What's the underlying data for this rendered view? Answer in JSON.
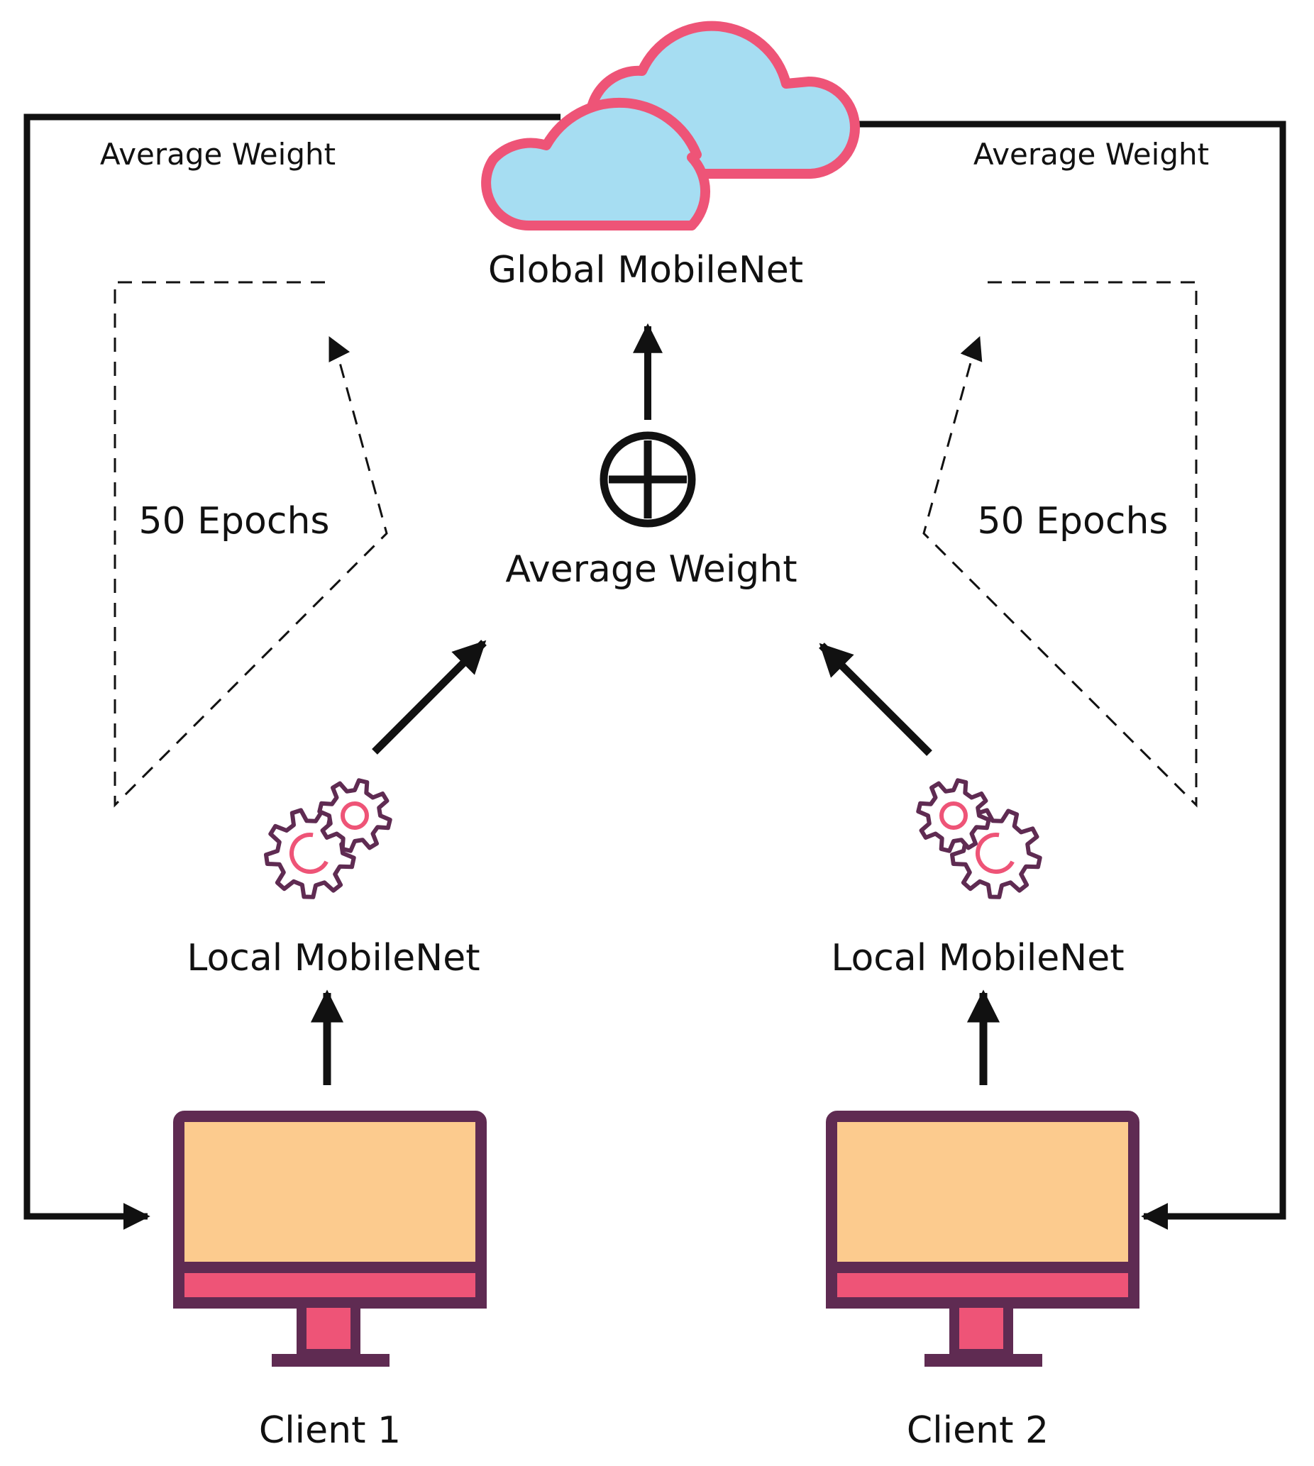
{
  "labels": {
    "global_model": "Global MobileNet",
    "average_center": "Average Weight",
    "average_left_top": "Average Weight",
    "average_right_top": "Average Weight",
    "epochs_left": "50 Epochs",
    "epochs_right": "50 Epochs",
    "local_left": "Local MobileNet",
    "local_right": "Local MobileNet",
    "client_1": "Client 1",
    "client_2": "Client 2"
  },
  "icons": {
    "server": "cloud-icon",
    "aggregate": "circled-plus-icon",
    "local_model": "gears-icon",
    "client": "monitor-icon"
  },
  "colors": {
    "cloud_fill": "#A6DDF2",
    "cloud_stroke": "#EE5477",
    "screen_fill": "#FCCB8E",
    "monitor_frame": "#5F2B52",
    "monitor_accent": "#EE5477",
    "gear_stroke": "#5F2B52",
    "gear_inner": "#EE5477",
    "line": "#111111"
  }
}
